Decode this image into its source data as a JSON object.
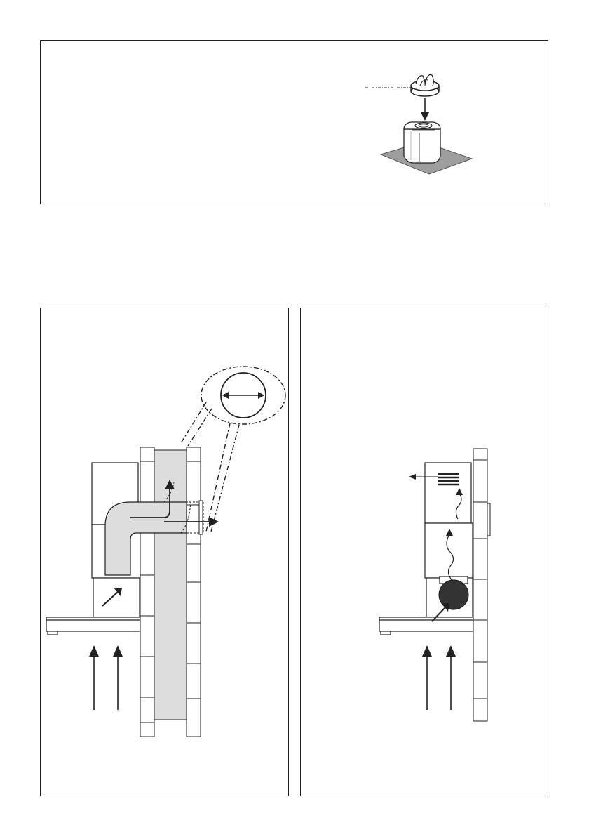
{
  "page": {
    "background": "#ffffff",
    "line_color": "#222222",
    "duct_fill": "#dddddd",
    "plate_fill": "#9e9e9e",
    "filter_fill": "#333333"
  },
  "panels": [
    {
      "id": "top",
      "depicts": [
        "adapter-ring",
        "motor-housing",
        "mounting-plate"
      ]
    },
    {
      "id": "ducted",
      "depicts": [
        "wall",
        "duct-elbow",
        "duct-diameter-detail",
        "hood",
        "airflow-arrows"
      ]
    },
    {
      "id": "recirculating",
      "depicts": [
        "wall",
        "hood",
        "carbon-filter",
        "vent-grille",
        "airflow-arrows"
      ]
    }
  ]
}
